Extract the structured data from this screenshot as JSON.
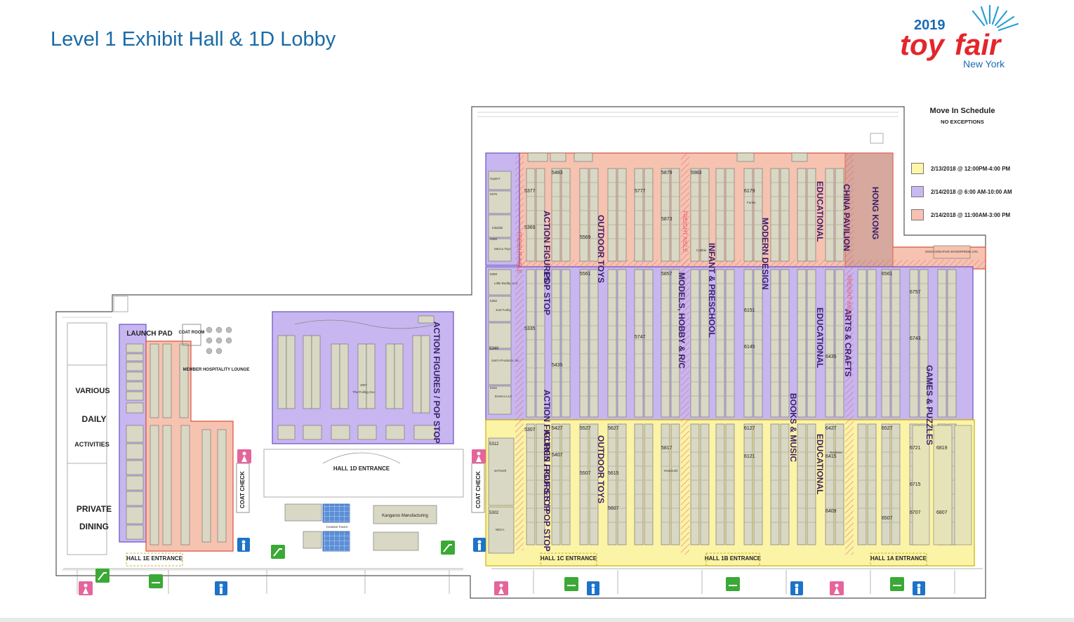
{
  "title": "Level 1 Exhibit Hall & 1D Lobby",
  "logo": {
    "year": "2019",
    "brand_part1": "toy",
    "brand_part2": "fair",
    "city": "New York"
  },
  "legend": {
    "title": "Move In Schedule",
    "subtitle": "NO EXCEPTIONS",
    "items": [
      {
        "label": "2/13/2018 @ 12:00PM-4:00 PM",
        "color": "#fff7a8"
      },
      {
        "label": "2/14/2018 @ 6:00 AM-10:00 AM",
        "color": "#c9b8f2"
      },
      {
        "label": "2/14/2018 @ 11:00AM-3:00 PM",
        "color": "#f7c2b2"
      }
    ]
  },
  "colors": {
    "yellow": "#fbf3a6",
    "purple": "#c7b6f0",
    "salmon": "#f6c3b1",
    "booth": "#d9d8c4",
    "pavilion": "#d6a89e",
    "outline": "#6b6b6b"
  },
  "left_labels": {
    "various": "VARIOUS",
    "daily": "DAILY",
    "activities": "ACTIVITIES",
    "private": "PRIVATE",
    "dining": "DINING",
    "launch_pad": "LAUNCH PAD",
    "coat_room": "COAT ROOM",
    "member_lounge": "MEMBER HOSPITALITY LOUNGE",
    "coat_check": "COAT CHECK"
  },
  "entrances": {
    "hall_1e": "HALL 1E ENTRANCE",
    "hall_1d": "HALL 1D ENTRANCE",
    "hall_1c": "HALL 1C ENTRANCE",
    "hall_1b": "HALL 1B ENTRANCE",
    "hall_1a": "HALL 1A ENTRANCE"
  },
  "sections": {
    "action_pop_lobby": "ACTION FIGURES / POP STOP",
    "action_figures": "ACTION FIGURES",
    "pop_stop": "POP STOP",
    "action_pop_stop": "ACTION FIGURES / POP STOP",
    "action_pop_yellow": "ACTION FIGURES / POP STOP",
    "outdoor_toys_top": "OUTDOOR TOYS",
    "outdoor_toys_bottom": "OUTDOOR TOYS",
    "models_hobby": "MODELS, HOBBY & R/C",
    "infant_preschool": "INFANT & PRESCHOOL",
    "modern_design": "MODERN DESIGN",
    "educational_top": "EDUCATIONAL",
    "educational_mid": "EDUCATIONAL",
    "educational_bottom": "EDUCATIONAL",
    "books_music": "BOOKS & MUSIC",
    "china_pavilion": "CHINA PAVILION",
    "hong_kong": "HONG KONG",
    "arts_crafts": "ARTS & CRAFTS",
    "games_puzzles": "GAMES & PUZZLES",
    "freight_aisle_1": "FREIGHT AISLE",
    "freight_aisle_2": "FREIGHT AISLE",
    "freight_aisle_3": "FREIGHT AISLE"
  },
  "exhibitors": {
    "super7": "Super7",
    "tokidoki": "tokidoki",
    "mezco": "Mezco Toyz",
    "little_buddy": "Little Buddy, LLC",
    "just_funky": "Just Funky",
    "jamn": "Jam'n Products, Inc.",
    "enesco": "Enesco LLC",
    "se7en20": "se7en20",
    "neca": "NECA",
    "kangaroo": "Kangaroo Manufacturing",
    "creative_factor": "Creative Factor",
    "the_polling": "The Polling Zoo",
    "digo": "DIGO CREATIVE ENTERPRISE LTD.",
    "cubbie": "Cubbie",
    "funko": "Funko",
    "headrush": "Headrush",
    "reeltime": "Reeltime"
  },
  "booths": {
    "b5376": "5376",
    "b5366": "5366",
    "b5358": "5358",
    "b5352": "5352",
    "b5340": "5340",
    "b5332": "5332",
    "b5312": "5312",
    "b5302": "5302",
    "b5377": "5377",
    "b5369": "5369",
    "b5335": "5335",
    "b5307": "5307",
    "b5483": "5483",
    "b5435": "5435",
    "b5427": "5427",
    "b5407": "5407",
    "b5569": "5569",
    "b5561": "5561",
    "b5527": "5527",
    "b5507": "5507",
    "b5627": "5627",
    "b5615": "5615",
    "b5607": "5607",
    "b5777": "5777",
    "b5747": "5747",
    "b5879": "5879",
    "b5873": "5873",
    "b5857": "5857",
    "b5817": "5817",
    "b5983": "5983",
    "b6179": "6179",
    "b6151": "6151",
    "b6145": "6145",
    "b6127": "6127",
    "b6121": "6121",
    "b6435": "6435",
    "b6427": "6427",
    "b6415": "6415",
    "b6409": "6409",
    "b6561": "6561",
    "b6527": "6527",
    "b6507": "6507",
    "b6757": "6757",
    "b6743": "6743",
    "b6721": "6721",
    "b6715": "6715",
    "b6707": "6707",
    "b6819": "6819",
    "b6807": "6807",
    "b4907": "4907"
  }
}
